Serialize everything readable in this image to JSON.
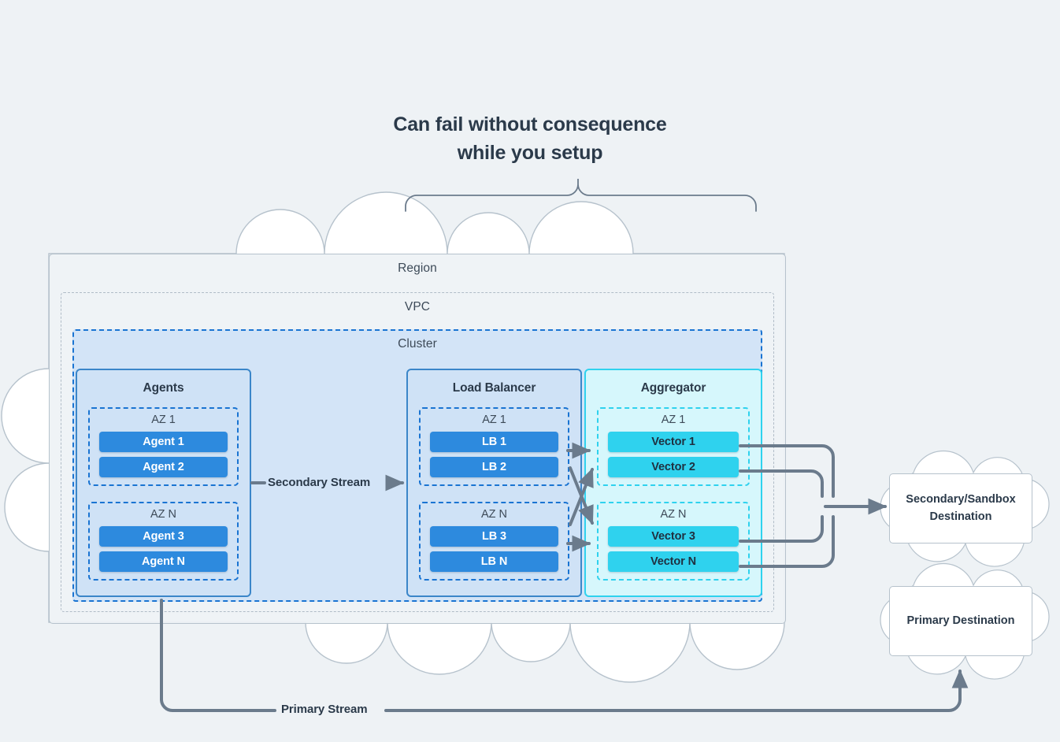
{
  "headline": {
    "line1": "Can fail without consequence",
    "line2": "while you setup"
  },
  "containers": {
    "region": "Region",
    "vpc": "VPC",
    "cluster": "Cluster"
  },
  "panels": [
    {
      "id": "agents",
      "title": "Agents",
      "accent": "#3b86c9",
      "fill": "#cfe2f6",
      "zones": [
        {
          "label": "AZ 1",
          "nodes": [
            "Agent 1",
            "Agent 2"
          ]
        },
        {
          "label": "AZ N",
          "nodes": [
            "Agent 3",
            "Agent N"
          ]
        }
      ]
    },
    {
      "id": "load-balancer",
      "title": "Load Balancer",
      "accent": "#3b86c9",
      "fill": "#cfe2f6",
      "zones": [
        {
          "label": "AZ 1",
          "nodes": [
            "LB 1",
            "LB 2"
          ]
        },
        {
          "label": "AZ N",
          "nodes": [
            "LB 3",
            "LB N"
          ]
        }
      ]
    },
    {
      "id": "aggregator",
      "title": "Aggregator",
      "accent": "#2fd2ee",
      "fill": "#d6f7fc",
      "zones": [
        {
          "label": "AZ 1",
          "nodes": [
            "Vector 1",
            "Vector 2"
          ]
        },
        {
          "label": "AZ N",
          "nodes": [
            "Vector 3",
            "Vector N"
          ]
        }
      ]
    }
  ],
  "destinations": {
    "secondary": "Secondary/Sandbox Destination",
    "secondary_line1": "Secondary/Sandbox",
    "secondary_line2": "Destination",
    "primary": "Primary Destination"
  },
  "streams": {
    "secondary": "Secondary Stream",
    "primary": "Primary Stream"
  },
  "colors": {
    "background": "#eef2f5",
    "text": "#2b3a4a",
    "cloud_stroke": "#b6c2cc",
    "cloud_fill": "#ffffff",
    "arrow": "#6b7b8c",
    "brace": "#6b7b8c",
    "node_blue": "#2d8ade",
    "node_cyan": "#2fd2ee",
    "cluster_fill": "#d3e4f7",
    "cluster_border": "#1a74d2",
    "region_border": "#b6c2cc",
    "vpc_border": "#b0bcc7"
  }
}
